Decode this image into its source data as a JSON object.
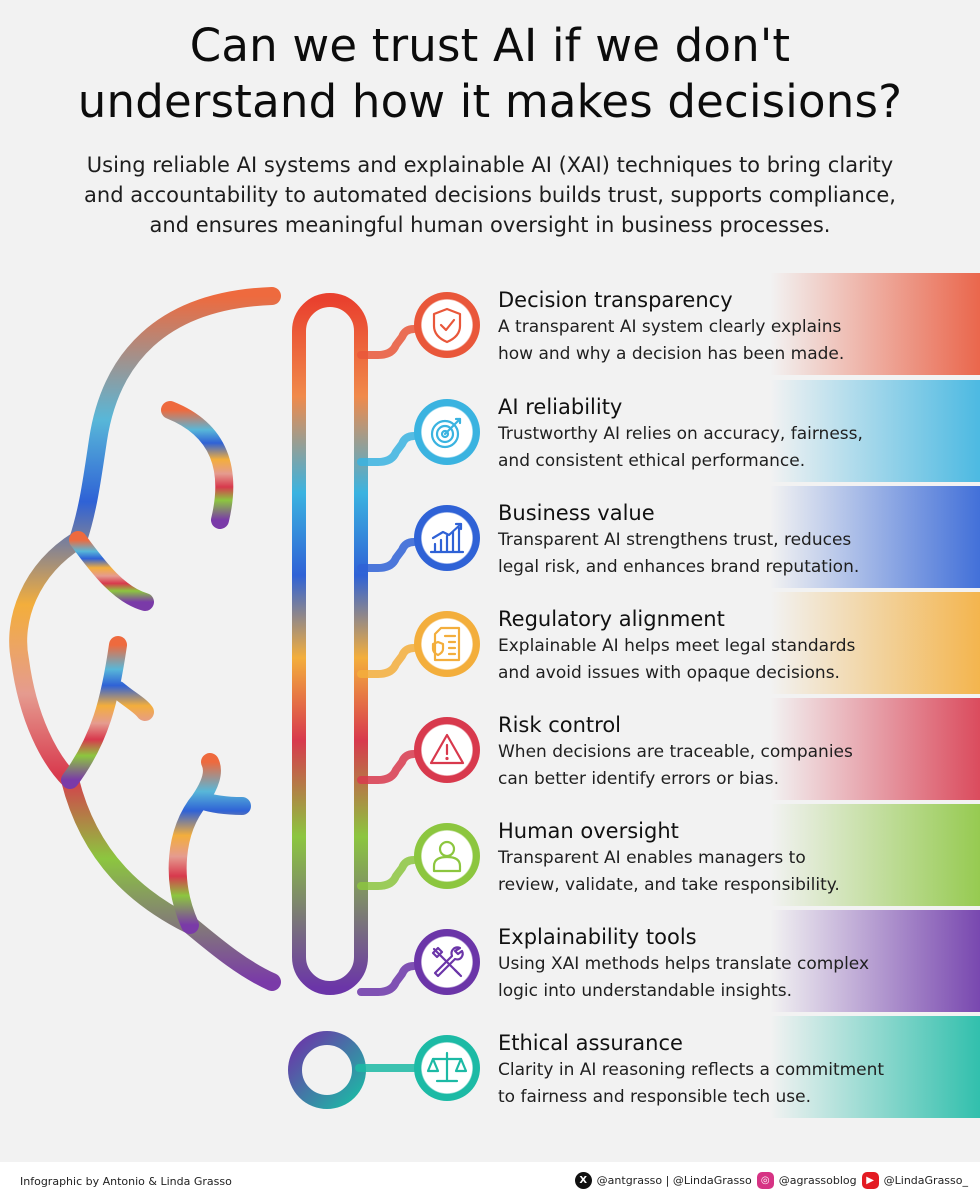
{
  "title_line1": "Can we trust AI if we don't",
  "title_line2": "understand how it makes decisions?",
  "subtitle_line1": "Using reliable AI systems and explainable AI (XAI) techniques to bring clarity",
  "subtitle_line2": "and accountability to automated decisions builds trust, supports compliance,",
  "subtitle_line3": "and ensures meaningful human oversight in business processes.",
  "items": [
    {
      "title": "Decision transparency",
      "line1": "A transparent AI system clearly explains",
      "line2": "how and why a decision has been made.",
      "color": "#e9573a",
      "icon": "shield-check-icon"
    },
    {
      "title": "AI reliability",
      "line1": "Trustworthy AI relies on accuracy, fairness,",
      "line2": "and consistent ethical performance.",
      "color": "#3ab3e0",
      "icon": "target-icon"
    },
    {
      "title": "Business value",
      "line1": "Transparent AI strengthens trust, reduces",
      "line2": "legal risk, and enhances brand reputation.",
      "color": "#2f62d6",
      "icon": "growth-chart-icon"
    },
    {
      "title": "Regulatory alignment",
      "line1": "Explainable AI helps meet legal standards",
      "line2": "and avoid issues with opaque decisions.",
      "color": "#f3ae3c",
      "icon": "document-shield-icon"
    },
    {
      "title": "Risk control",
      "line1": "When decisions are traceable, companies",
      "line2": "can better identify errors or bias.",
      "color": "#d8394d",
      "icon": "warning-icon"
    },
    {
      "title": "Human oversight",
      "line1": "Transparent AI enables managers to",
      "line2": "review, validate, and take responsibility.",
      "color": "#8cc63f",
      "icon": "person-icon"
    },
    {
      "title": "Explainability tools",
      "line1": "Using XAI methods helps translate complex",
      "line2": "logic into understandable insights.",
      "color": "#6b35a8",
      "icon": "tools-icon"
    },
    {
      "title": "Ethical assurance",
      "line1": "Clarity in AI reasoning reflects a commitment",
      "line2": "to fairness and responsible tech use.",
      "color": "#1cbaa5",
      "icon": "scales-icon"
    }
  ],
  "footer": {
    "credit": "Infographic by Antonio & Linda Grasso",
    "x_handles": "@antgrasso | @LindaGrasso",
    "instagram": "@agrassoblog",
    "youtube": "@LindaGrasso_"
  }
}
